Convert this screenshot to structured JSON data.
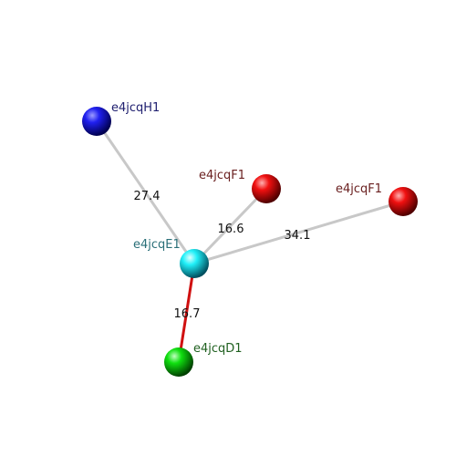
{
  "nodes": [
    {
      "id": "H1",
      "label": "e4jcqH1",
      "color": "#1010e0",
      "label_color": "#202070"
    },
    {
      "id": "F1a",
      "label": "e4jcqF1",
      "color": "#e01010",
      "label_color": "#6a2020"
    },
    {
      "id": "F1b",
      "label": "e4jcqF1",
      "color": "#e01010",
      "label_color": "#6a2020"
    },
    {
      "id": "E1",
      "label": "e4jcqE1",
      "color": "#20e8f0",
      "label_color": "#2a6f78"
    },
    {
      "id": "D1",
      "label": "e4jcqD1",
      "color": "#10d010",
      "label_color": "#206020"
    }
  ],
  "edges": [
    {
      "from": "E1",
      "to": "H1",
      "label": "27.4",
      "color": "#c8c8c8"
    },
    {
      "from": "E1",
      "to": "F1a",
      "label": "16.6",
      "color": "#c8c8c8"
    },
    {
      "from": "E1",
      "to": "F1b",
      "label": "34.1",
      "color": "#c8c8c8"
    },
    {
      "from": "E1",
      "to": "D1",
      "label": "16.7",
      "color": "#d01010"
    }
  ]
}
